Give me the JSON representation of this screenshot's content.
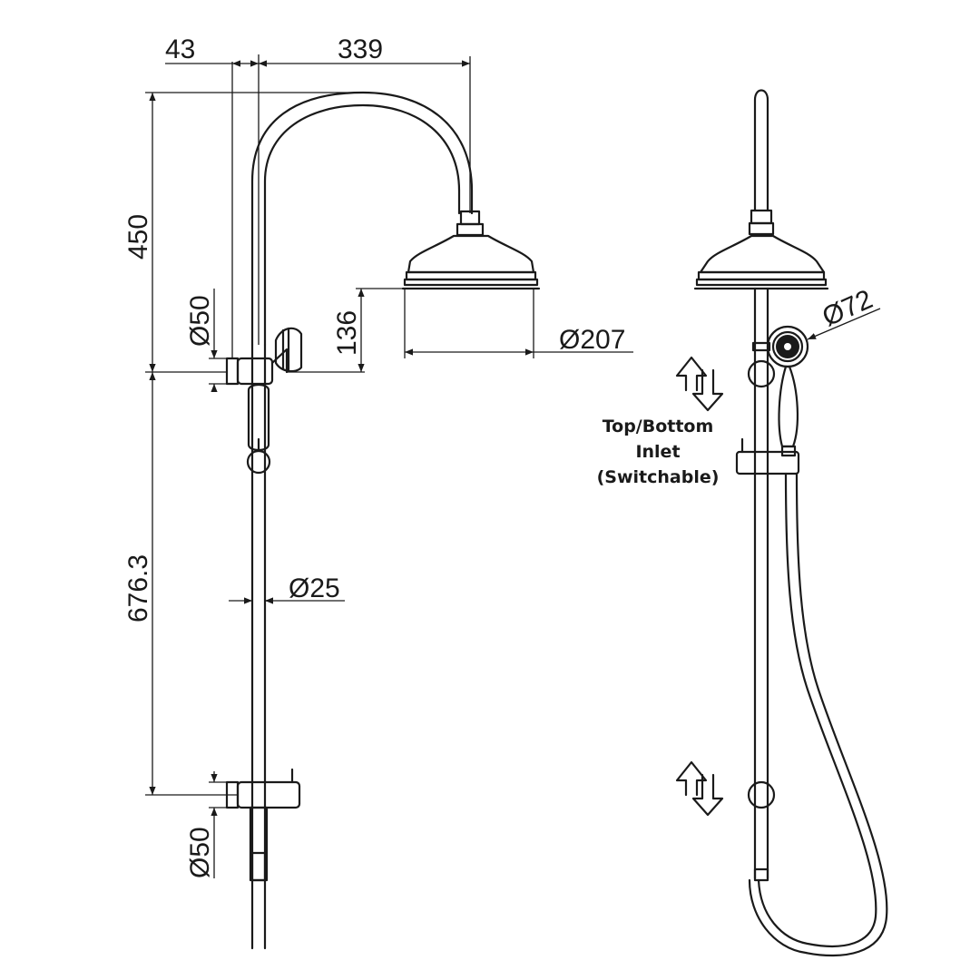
{
  "dimensions": {
    "offset_top": "43",
    "arm_reach": "339",
    "arm_height": "450",
    "flange_upper": "Ø50",
    "head_height": "136",
    "head_diameter": "Ø207",
    "rail_length": "676.3",
    "rail_diameter": "Ø25",
    "flange_lower": "Ø50",
    "handpiece_diameter": "Ø72"
  },
  "inlet_note": {
    "line1": "Top/Bottom",
    "line2": "Inlet",
    "line3": "(Switchable)"
  },
  "icons": {
    "upper_arrows": "up-down-arrow-icon",
    "lower_arrows": "up-down-arrow-icon"
  },
  "colors": {
    "line": "#1a1a1a",
    "background": "#ffffff"
  }
}
